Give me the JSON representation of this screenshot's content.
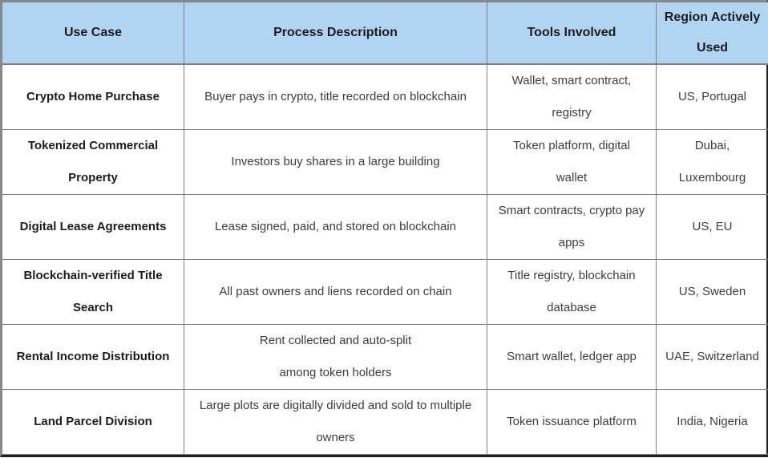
{
  "theme": {
    "header_bg": "#b2d4f3",
    "inner_border": "#7f7f7f",
    "outer_border_light": "#8a8a8a",
    "outer_border_dark": "#222222",
    "header_text": "#1c1c1c",
    "body_text": "#3d3d3d"
  },
  "table": {
    "headers": {
      "use_case": "Use Case",
      "process": "Process Description",
      "tools": "Tools Involved",
      "region": [
        "Region Actively",
        "Used"
      ]
    },
    "rows": [
      {
        "use_case": "Crypto Home Purchase",
        "process": "Buyer pays in crypto, title recorded on blockchain",
        "tools": [
          "Wallet, smart contract,",
          "registry"
        ],
        "region": "US, Portugal"
      },
      {
        "use_case": [
          "Tokenized Commercial",
          "Property"
        ],
        "process": "Investors buy shares in a large building",
        "tools": [
          "Token platform, digital",
          "wallet"
        ],
        "region": [
          "Dubai,",
          "Luxembourg"
        ]
      },
      {
        "use_case": "Digital Lease Agreements",
        "process": "Lease signed, paid, and stored on blockchain",
        "tools": [
          "Smart contracts, crypto pay",
          "apps"
        ],
        "region": "US, EU"
      },
      {
        "use_case": [
          "Blockchain-verified Title",
          "Search"
        ],
        "process": "All past owners and liens recorded on chain",
        "tools": [
          "Title registry, blockchain",
          "database"
        ],
        "region": "US, Sweden"
      },
      {
        "use_case": "Rental Income Distribution",
        "process": [
          "Rent collected and auto-split",
          "among token holders"
        ],
        "tools": "Smart wallet, ledger app",
        "region": "UAE, Switzerland"
      },
      {
        "use_case": "Land Parcel Division",
        "process": [
          "Large plots are digitally divided and sold to multiple",
          "owners"
        ],
        "tools": "Token issuance platform",
        "region": "India, Nigeria"
      }
    ]
  }
}
